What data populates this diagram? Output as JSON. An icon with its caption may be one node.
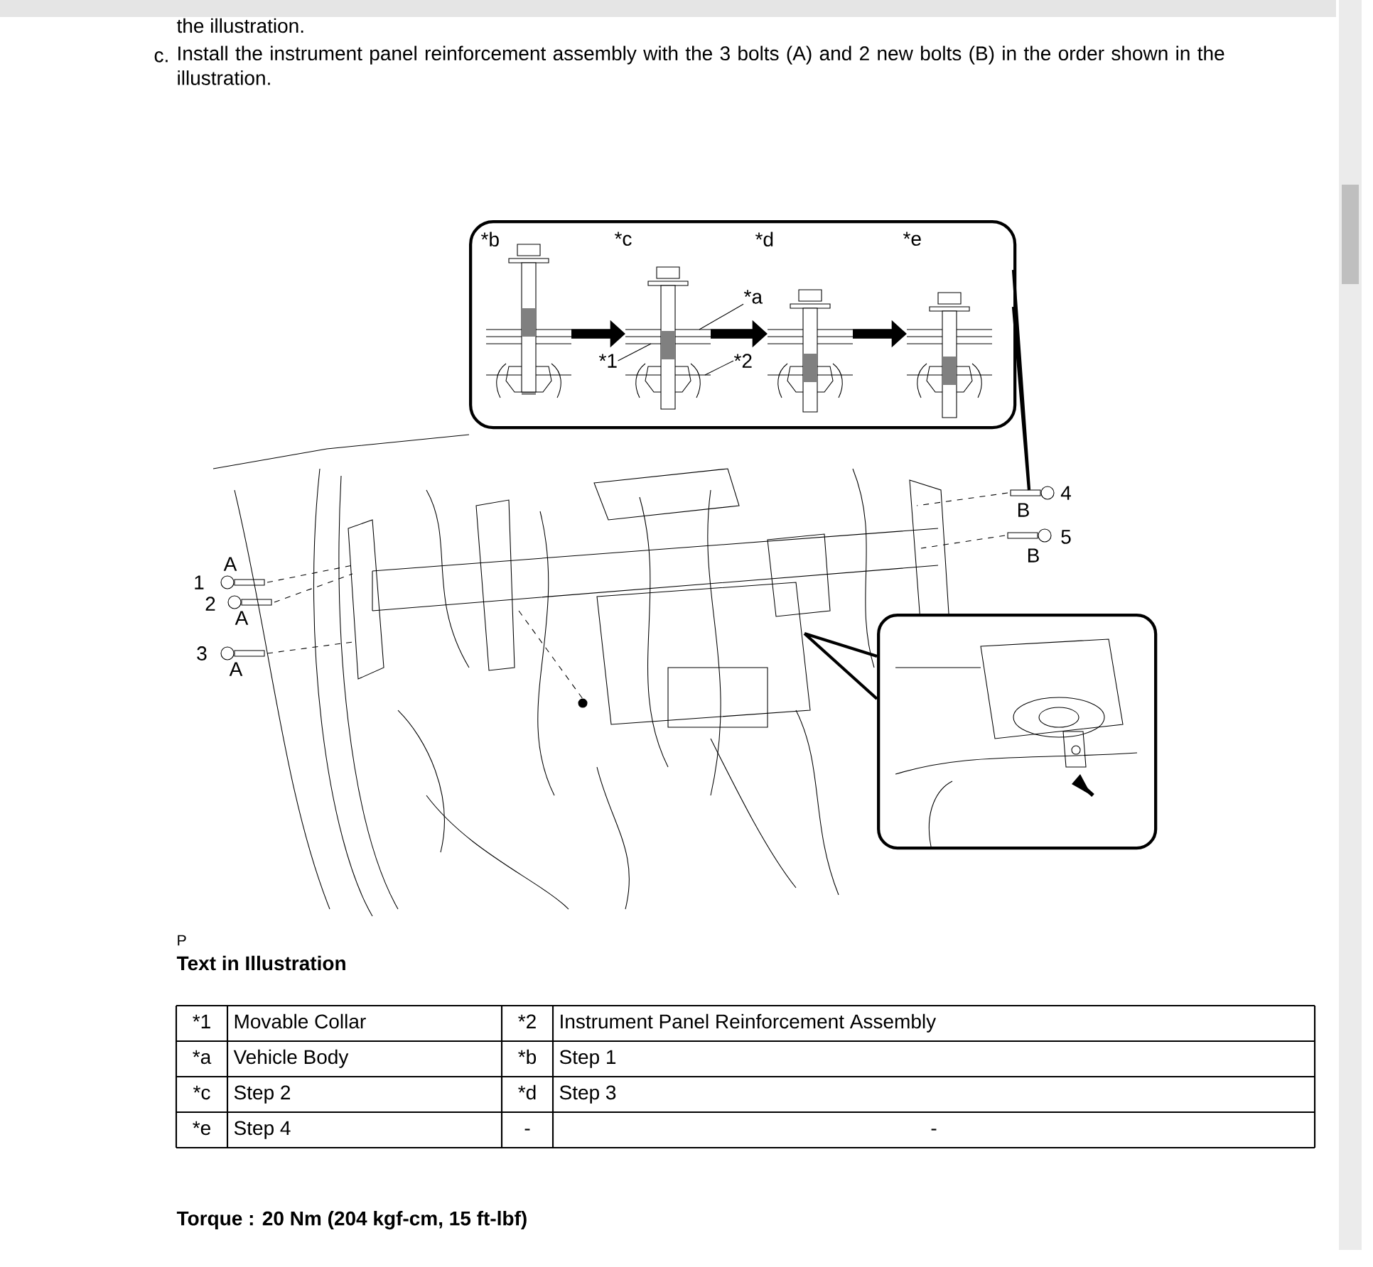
{
  "diagram": {
    "nodes": [
      {
        "text": [],
        "shape": "box"
      },
      {
        "text": [
          "*b"
        ],
        "in": 0
      },
      {
        "text": [
          "*c"
        ],
        "in": 0
      },
      {
        "text": [
          "*d"
        ],
        "in": 0
      },
      {
        "text": [
          "*e"
        ],
        "in": 0
      },
      {
        "text": [
          "*a"
        ],
        "in": 0
      },
      {
        "text": [
          "*1"
        ],
        "in": 0
      },
      {
        "text": [
          "*2"
        ],
        "in": 0
      },
      {
        "text": [],
        "shape": "picture"
      },
      {
        "text": [],
        "shape": "picture"
      }
    ],
    "edges": [
      {
        "from": 1,
        "to": 2,
        "arrow": "to",
        "style": "thick"
      },
      {
        "from": 2,
        "to": 3,
        "arrow": "to",
        "style": "thick"
      },
      {
        "from": 3,
        "to": 4,
        "arrow": "to",
        "style": "thick"
      },
      {
        "from": 5,
        "to": 2,
        "arrow": "none"
      },
      {
        "from": 6,
        "to": 2,
        "arrow": "none"
      },
      {
        "from": 7,
        "to": 2,
        "arrow": "none"
      },
      {
        "from": 0,
        "to": 8,
        "arrow": "none"
      },
      {
        "from": 9,
        "to": 8,
        "arrow": "none"
      }
    ],
    "labels": [
      "the illustration.",
      "c.",
      "Install the instrument panel reinforcement assembly with the 3 bolts (A) and 2 new bolts (B) in the order shown in the illustration.",
      "4",
      "B",
      "A",
      "1",
      "5",
      "B",
      "2",
      "A",
      "3",
      "A",
      "P",
      "Text in Illustration",
      "*1",
      "Movable Collar",
      "*2",
      "Instrument Panel Reinforcement Assembly",
      "*a",
      "Vehicle Body",
      "*b",
      "Step 1",
      "*c",
      "Step 2",
      "*d",
      "Step 3",
      "*e",
      "Step 4",
      "-",
      "-",
      "Torque : 20 Nm (204 kgf-cm, 15 ft-lbf)"
    ]
  }
}
